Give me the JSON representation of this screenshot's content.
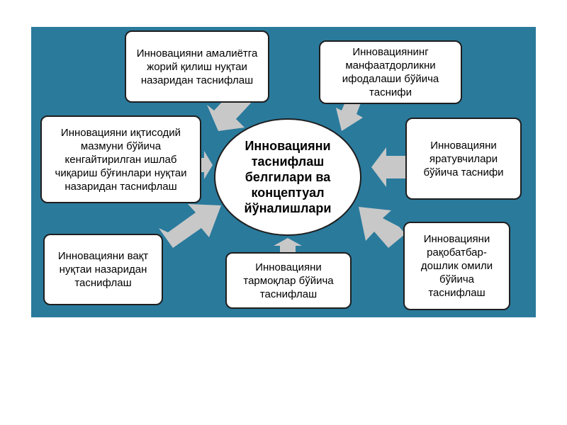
{
  "diagram": {
    "center_label": "Инновацияни таснифлаш белгилари ва концептуал йўналишлари",
    "nodes": [
      {
        "id": "implementation",
        "label": "Инновацияни амалиётга жорий қилиш нуқтаи назаридан таснифлаш"
      },
      {
        "id": "interests",
        "label": "Инновациянинг манфаатдорликни ифодалаши бўйича таснифи"
      },
      {
        "id": "economic-content",
        "label": "Инновацияни иқтисодий мазмуни бўйича кенгайтирилган ишлаб чиқариш бўғинлари нуқтаи назаридан таснифлаш"
      },
      {
        "id": "creators",
        "label": "Инновацияни яратувчилари бўйича таснифи"
      },
      {
        "id": "time",
        "label": "Инновацияни вақт нуқтаи назаридан таснифлаш"
      },
      {
        "id": "industries",
        "label": "Инновацияни тармоқлар бўйича таснифлаш"
      },
      {
        "id": "competitiveness",
        "label": "Инновацияни рақобатбар-дошлик омили бўйича таснифлаш"
      }
    ]
  },
  "colors": {
    "panel_background": "#2a7a9c",
    "arrow": "#c8c8c8",
    "box_border": "#1e1e1e",
    "box_fill": "#ffffff"
  }
}
